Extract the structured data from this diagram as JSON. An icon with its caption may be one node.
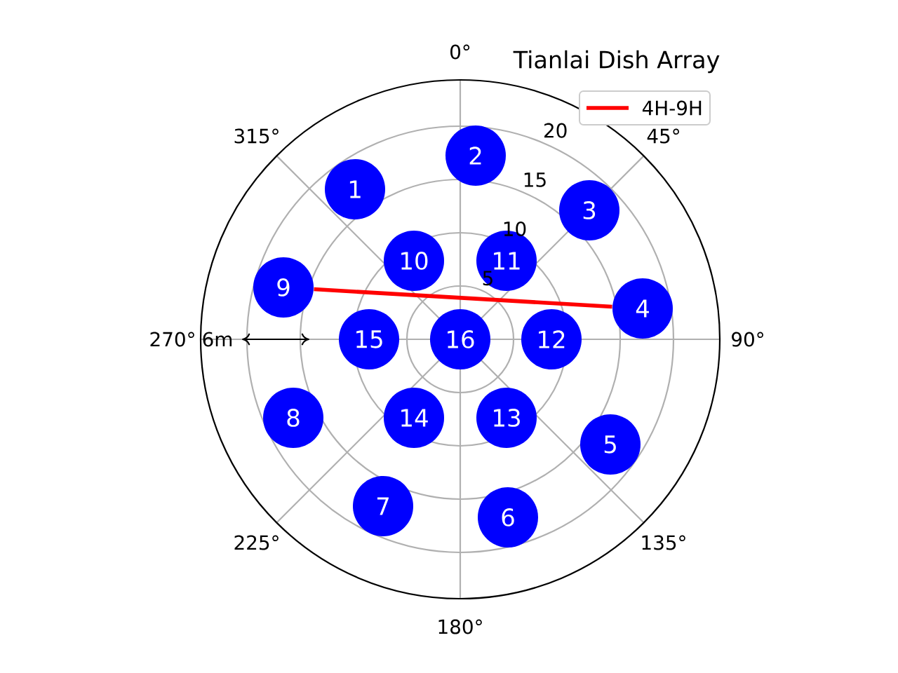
{
  "diagram": {
    "title": "Tianlai Dish Array",
    "nodes": [
      {
        "text": [
          "1"
        ]
      },
      {
        "text": [
          "2"
        ]
      },
      {
        "text": [
          "3"
        ]
      },
      {
        "text": [
          "4"
        ]
      },
      {
        "text": [
          "5"
        ]
      },
      {
        "text": [
          "6"
        ]
      },
      {
        "text": [
          "7"
        ]
      },
      {
        "text": [
          "8"
        ]
      },
      {
        "text": [
          "9"
        ]
      },
      {
        "text": [
          "10"
        ]
      },
      {
        "text": [
          "11"
        ]
      },
      {
        "text": [
          "12"
        ]
      },
      {
        "text": [
          "13"
        ]
      },
      {
        "text": [
          "14"
        ]
      },
      {
        "text": [
          "15"
        ]
      },
      {
        "text": [
          "16"
        ]
      }
    ],
    "edges": [
      {
        "from": 8,
        "to": 3,
        "arrow": "none",
        "color": "#ff0000"
      }
    ],
    "labels": [
      "0°",
      "45°",
      "90°",
      "135°",
      "180°",
      "225°",
      "270°",
      "315°",
      "5",
      "10",
      "15",
      "20",
      "6m"
    ],
    "legend": [
      {
        "text": "4H-9H"
      }
    ]
  }
}
